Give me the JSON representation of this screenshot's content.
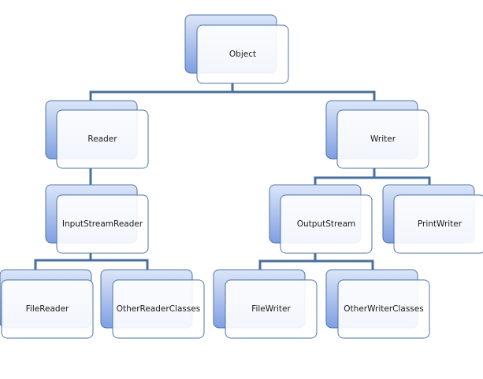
{
  "diagram": {
    "colors": {
      "connector": "#4a6f9c",
      "box_border": "#4f74a8",
      "shadow_top": "#dbe6f8",
      "shadow_bottom": "#7f9fe3",
      "front_fill": "#ffffff",
      "label": "#1a1a1a"
    },
    "nodes": {
      "object": {
        "label": "Object"
      },
      "reader": {
        "label": "Reader"
      },
      "writer": {
        "label": "Writer"
      },
      "input_stream_reader": {
        "label": "InputStreamReader"
      },
      "output_stream": {
        "label": "OutputStream"
      },
      "print_writer": {
        "label": "PrintWriter"
      },
      "file_reader": {
        "label": "FileReader"
      },
      "other_reader_classes": {
        "label": "OtherReaderClasses"
      },
      "file_writer": {
        "label": "FileWriter"
      },
      "other_writer_classes": {
        "label": "OtherWriterClasses"
      }
    },
    "edges": [
      {
        "from": "object",
        "to": "reader"
      },
      {
        "from": "object",
        "to": "writer"
      },
      {
        "from": "reader",
        "to": "input_stream_reader"
      },
      {
        "from": "writer",
        "to": "output_stream"
      },
      {
        "from": "writer",
        "to": "print_writer"
      },
      {
        "from": "input_stream_reader",
        "to": "file_reader"
      },
      {
        "from": "input_stream_reader",
        "to": "other_reader_classes"
      },
      {
        "from": "output_stream",
        "to": "file_writer"
      },
      {
        "from": "output_stream",
        "to": "other_writer_classes"
      }
    ]
  }
}
